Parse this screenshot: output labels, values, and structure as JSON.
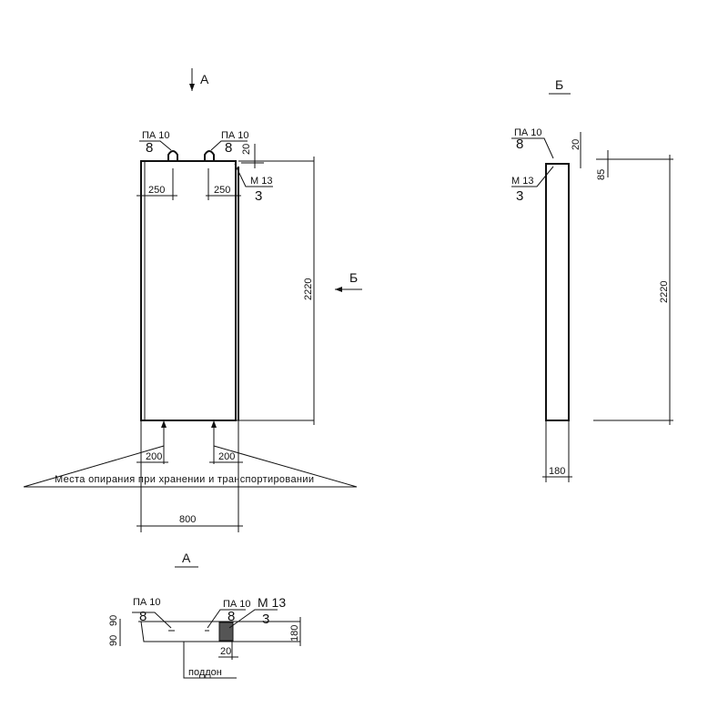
{
  "views": {
    "main": {
      "section_a_marker": "А",
      "section_b_marker": "Б",
      "loop_label": "ПА 10",
      "loop_pos": "8",
      "embed_label": "М 13",
      "embed_pos": "3",
      "dim_250_left": "250",
      "dim_250_right": "250",
      "dim_20": "20",
      "dim_height": "2220",
      "dim_200_left": "200",
      "dim_200_right": "200",
      "dim_width": "800",
      "support_note": "Места опирания при хранении и транспортировании"
    },
    "side_b": {
      "title": "Б",
      "loop_label": "ПА 10",
      "loop_pos": "8",
      "embed_label": "М 13",
      "embed_pos": "3",
      "dim_20": "20",
      "dim_85": "85",
      "dim_height": "2220",
      "dim_thickness": "180"
    },
    "section_a": {
      "title": "А",
      "loop_label_left": "ПА 10",
      "loop_pos_left": "8",
      "loop_label_right": "ПА 10",
      "loop_pos_right": "8",
      "embed_label": "М 13",
      "embed_pos": "3",
      "dim_90_top": "90",
      "dim_90_bottom": "90",
      "dim_180": "180",
      "dim_20": "20",
      "pallet_label": "поддон"
    }
  }
}
